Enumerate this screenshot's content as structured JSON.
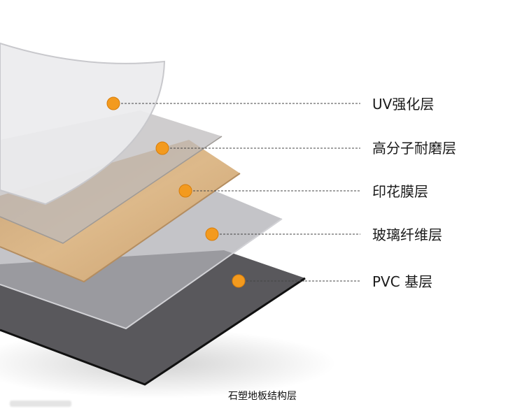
{
  "diagram": {
    "caption": "石塑地板结构层",
    "layers": [
      {
        "name": "UV强化层"
      },
      {
        "name": "高分子耐磨层"
      },
      {
        "name": "印花膜层"
      },
      {
        "name": "玻璃纤维层"
      },
      {
        "name": "PVC 基层"
      }
    ],
    "colors": {
      "marker": "#f39a1e",
      "wood": "#d6b184",
      "base": "#59585c",
      "glass": "#b9b9bd"
    }
  }
}
